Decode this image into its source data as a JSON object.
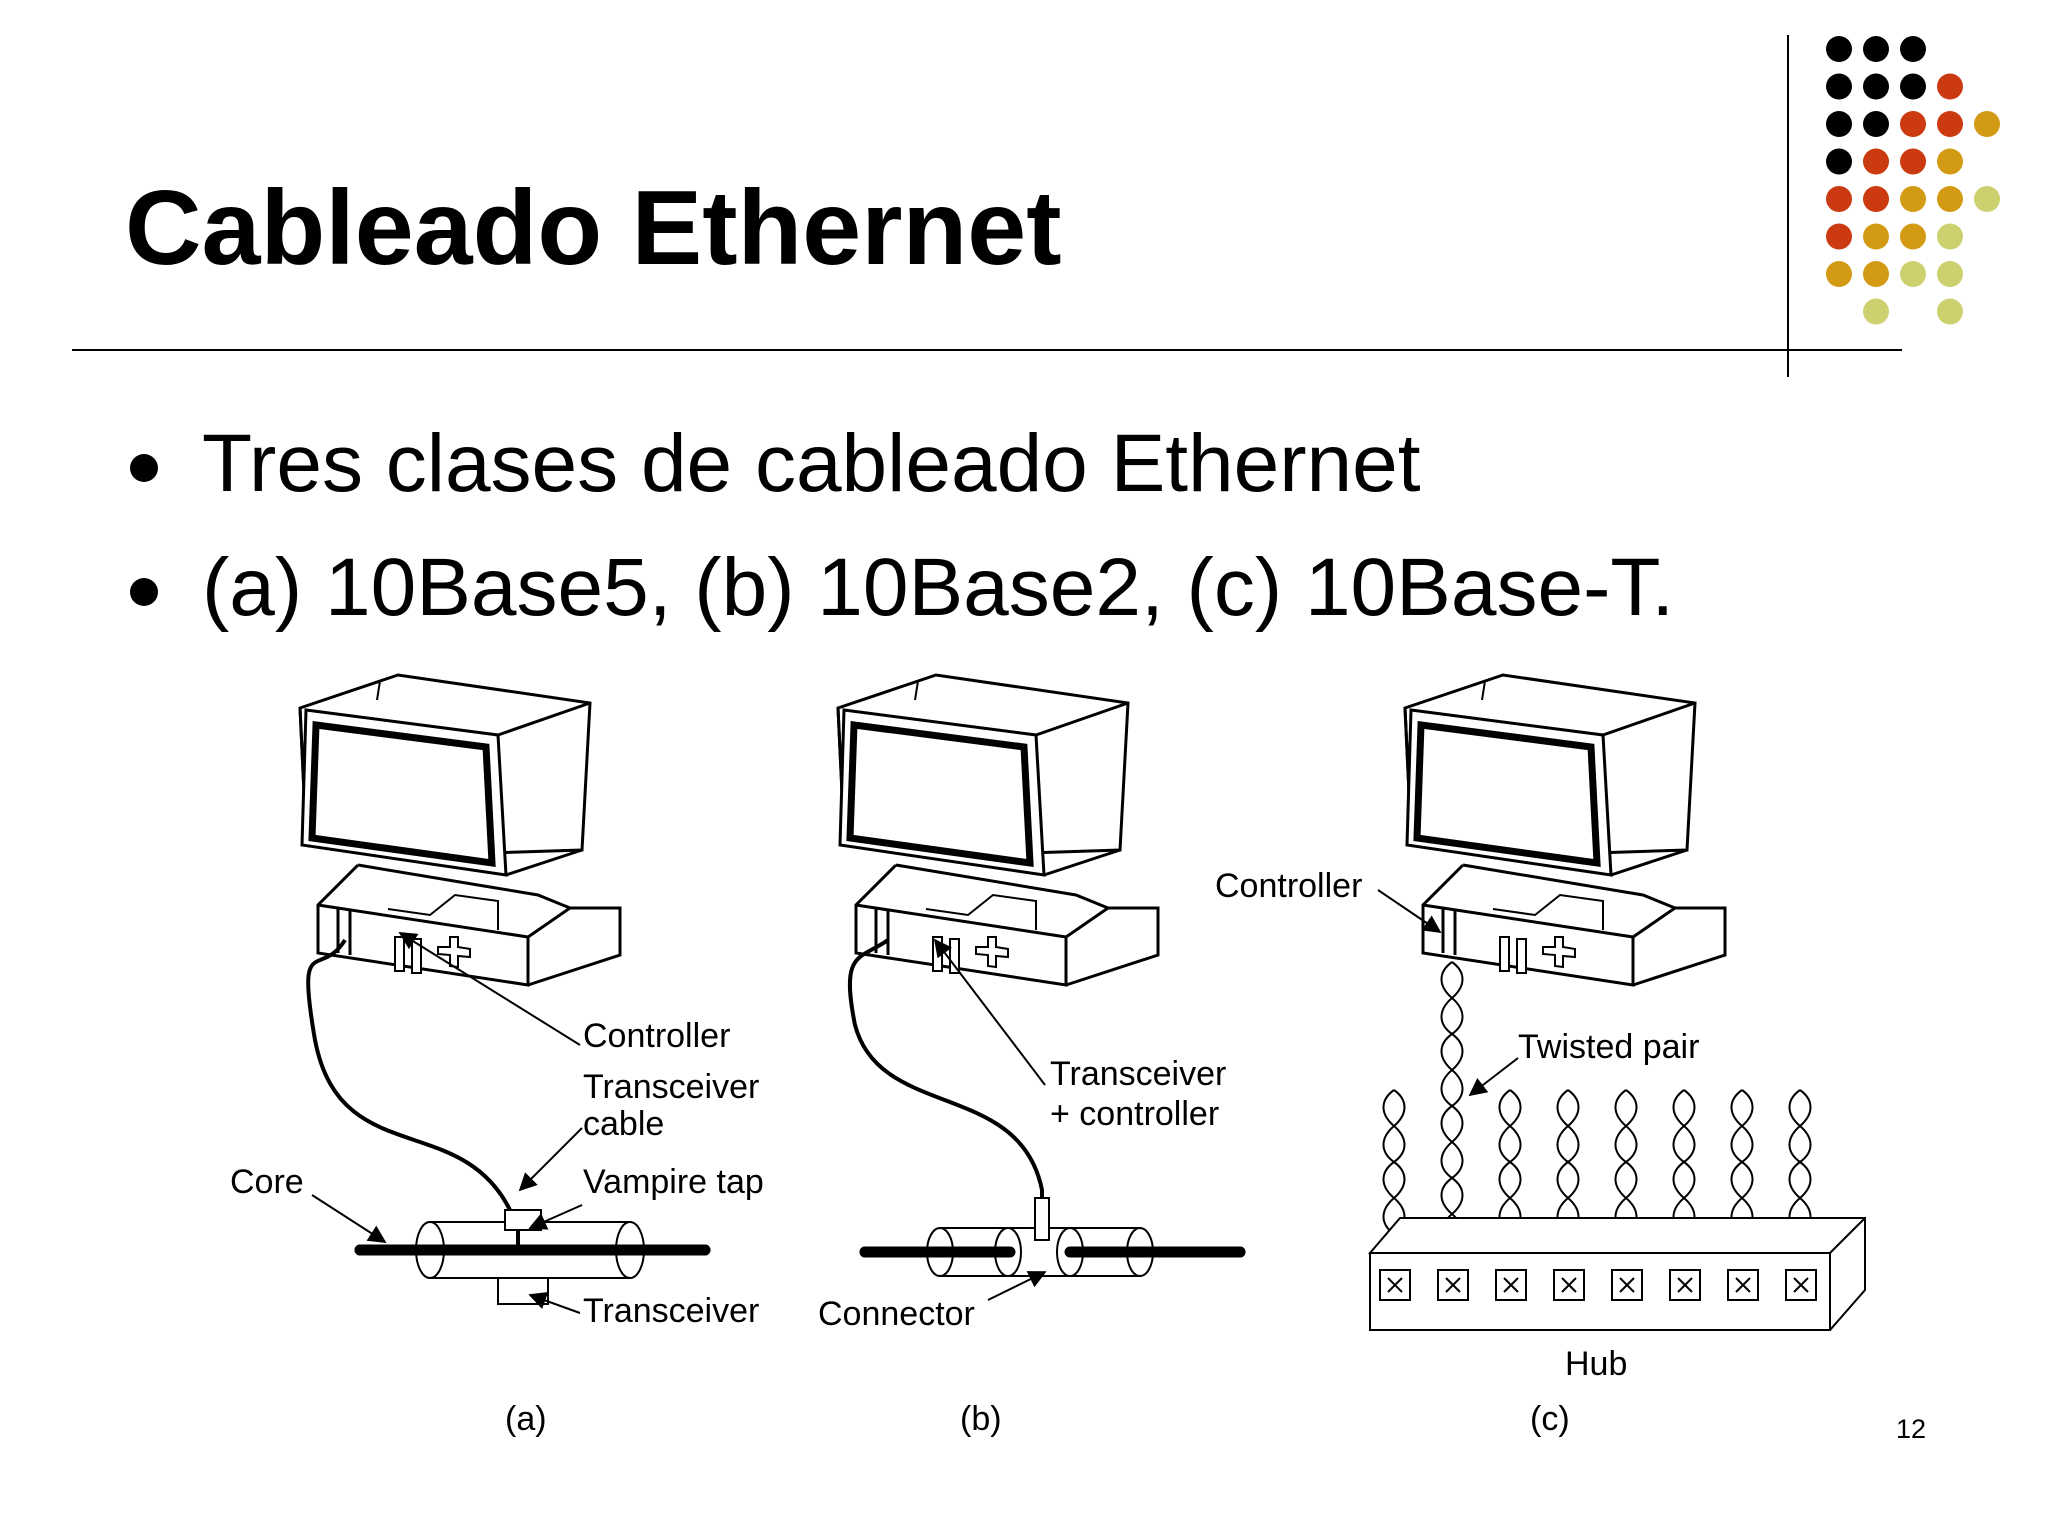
{
  "slide": {
    "title": "Cableado Ethernet",
    "bullets": [
      "Tres clases de cableado Ethernet",
      "(a) 10Base5, (b) 10Base2, (c) 10Base-T."
    ],
    "page_number": "12"
  },
  "figure": {
    "panel_a": {
      "caption": "(a)",
      "labels": {
        "controller": "Controller",
        "transceiver_cable_1": "Transceiver",
        "transceiver_cable_2": "cable",
        "core": "Core",
        "vampire_tap": "Vampire tap",
        "transceiver": "Transceiver"
      }
    },
    "panel_b": {
      "caption": "(b)",
      "labels": {
        "transceiver_controller_1": "Transceiver",
        "transceiver_controller_2": "+ controller",
        "connector": "Connector"
      }
    },
    "panel_c": {
      "caption": "(c)",
      "labels": {
        "controller": "Controller",
        "twisted_pair": "Twisted pair",
        "hub": "Hub"
      }
    }
  },
  "decoration": {
    "dot_colors": [
      "#000000",
      "#cc3a12",
      "#d39a14",
      "#cdd06f"
    ]
  }
}
